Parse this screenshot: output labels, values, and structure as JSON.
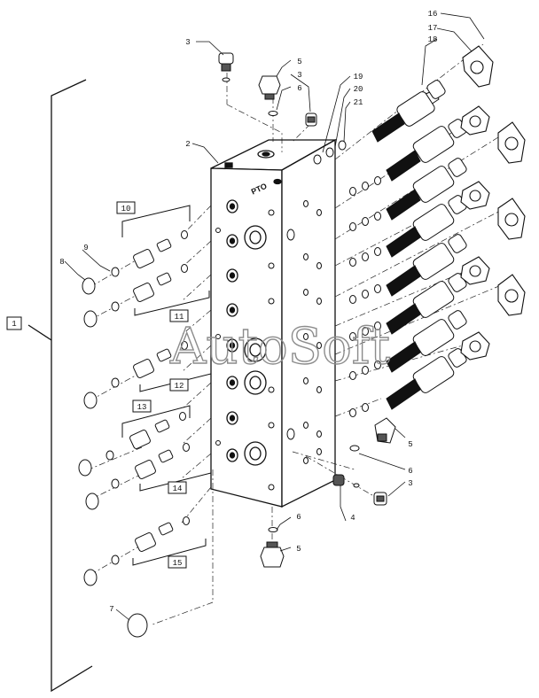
{
  "diagram": {
    "engraving": "PTO",
    "watermark": "AutoSoft",
    "callouts": [
      {
        "id": "c1",
        "text": "1",
        "boxed": true
      },
      {
        "id": "c2",
        "text": "2",
        "boxed": false
      },
      {
        "id": "c3a",
        "text": "3",
        "boxed": false
      },
      {
        "id": "c3b",
        "text": "3",
        "boxed": false
      },
      {
        "id": "c3c",
        "text": "3",
        "boxed": false
      },
      {
        "id": "c4",
        "text": "4",
        "boxed": false
      },
      {
        "id": "c5a",
        "text": "5",
        "boxed": false
      },
      {
        "id": "c5b",
        "text": "5",
        "boxed": false
      },
      {
        "id": "c5c",
        "text": "5",
        "boxed": false
      },
      {
        "id": "c6a",
        "text": "6",
        "boxed": false
      },
      {
        "id": "c6b",
        "text": "6",
        "boxed": false
      },
      {
        "id": "c6c",
        "text": "6",
        "boxed": false
      },
      {
        "id": "c7",
        "text": "7",
        "boxed": false
      },
      {
        "id": "c8",
        "text": "8",
        "boxed": false
      },
      {
        "id": "c9",
        "text": "9",
        "boxed": false
      },
      {
        "id": "c10",
        "text": "10",
        "boxed": true
      },
      {
        "id": "c11",
        "text": "11",
        "boxed": true
      },
      {
        "id": "c12",
        "text": "12",
        "boxed": true
      },
      {
        "id": "c13",
        "text": "13",
        "boxed": true
      },
      {
        "id": "c14",
        "text": "14",
        "boxed": true
      },
      {
        "id": "c15",
        "text": "15",
        "boxed": true
      },
      {
        "id": "c16",
        "text": "16",
        "boxed": false
      },
      {
        "id": "c17",
        "text": "17",
        "boxed": false
      },
      {
        "id": "c18",
        "text": "18",
        "boxed": false
      },
      {
        "id": "c19",
        "text": "19",
        "boxed": false
      },
      {
        "id": "c20",
        "text": "20",
        "boxed": false
      },
      {
        "id": "c21",
        "text": "21",
        "boxed": false
      }
    ]
  }
}
